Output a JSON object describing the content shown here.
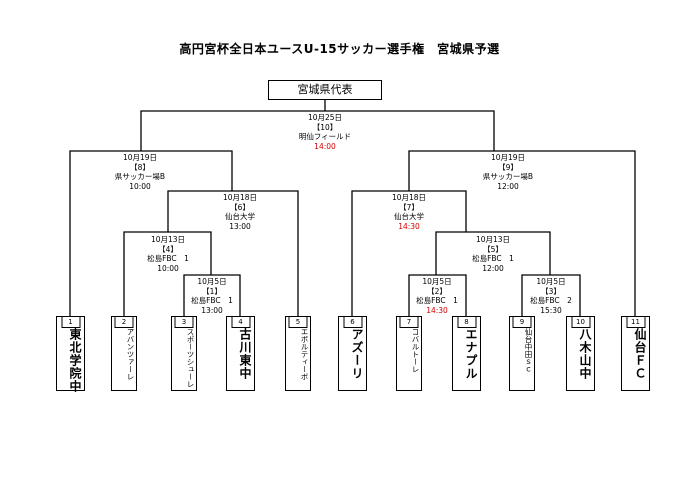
{
  "title": "高円宮杯全日本ユースU-15サッカー選手権　宮城県予選",
  "representative": "宮城県代表",
  "matches": [
    {
      "date": "10月25日",
      "no": "【10】",
      "venue": "明仙フィールド",
      "time": "14:00"
    },
    {
      "date": "10月19日",
      "no": "【8】",
      "venue": "県サッカー場B",
      "time": "10:00"
    },
    {
      "date": "10月19日",
      "no": "【9】",
      "venue": "県サッカー場B",
      "time": "12:00"
    },
    {
      "date": "10月18日",
      "no": "【6】",
      "venue": "仙台大学",
      "time": "13:00"
    },
    {
      "date": "10月18日",
      "no": "【7】",
      "venue": "仙台大学",
      "time": "14:30"
    },
    {
      "date": "10月13日",
      "no": "【4】",
      "venue": "松島FBC　1",
      "time": "10:00"
    },
    {
      "date": "10月13日",
      "no": "【5】",
      "venue": "松島FBC　1",
      "time": "12:00"
    },
    {
      "date": "10月5日",
      "no": "【1】",
      "venue": "松島FBC　1",
      "time": "13:00"
    },
    {
      "date": "10月5日",
      "no": "【2】",
      "venue": "松島FBC　1",
      "time": "14:30"
    },
    {
      "date": "10月5日",
      "no": "【3】",
      "venue": "松島FBC　2",
      "time": "15:30"
    }
  ],
  "teams": [
    {
      "seed": "1",
      "name": "東北学院中"
    },
    {
      "seed": "2",
      "name": "アバンツァーレ"
    },
    {
      "seed": "3",
      "name": "スポーツシューレ"
    },
    {
      "seed": "4",
      "name": "古川東中"
    },
    {
      "seed": "5",
      "name": "エボルティーボ"
    },
    {
      "seed": "6",
      "name": "アズーリ"
    },
    {
      "seed": "7",
      "name": "コバルトーレ"
    },
    {
      "seed": "8",
      "name": "エナプル"
    },
    {
      "seed": "9",
      "name": "仙台中田ｓｃ"
    },
    {
      "seed": "10",
      "name": "八木山中"
    },
    {
      "seed": "11",
      "name": "仙台ＦＣ"
    }
  ],
  "colors": {
    "highlight": "#d40000",
    "line": "#000000"
  }
}
